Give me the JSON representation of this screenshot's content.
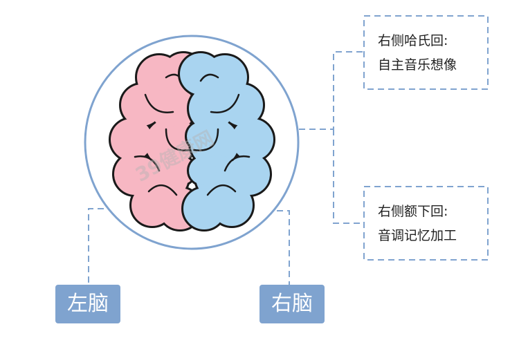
{
  "colors": {
    "accent": "#7fa3cf",
    "left_brain": "#f7b7c3",
    "right_brain": "#a9d4f0"
  },
  "boxes": [
    {
      "line1": "右侧哈氏回:",
      "line2": "自主音乐想像"
    },
    {
      "line1": "右侧额下回:",
      "line2": "音调记忆加工"
    }
  ],
  "labels": {
    "left": "左脑",
    "right": "右脑"
  },
  "watermark": "39健康网"
}
